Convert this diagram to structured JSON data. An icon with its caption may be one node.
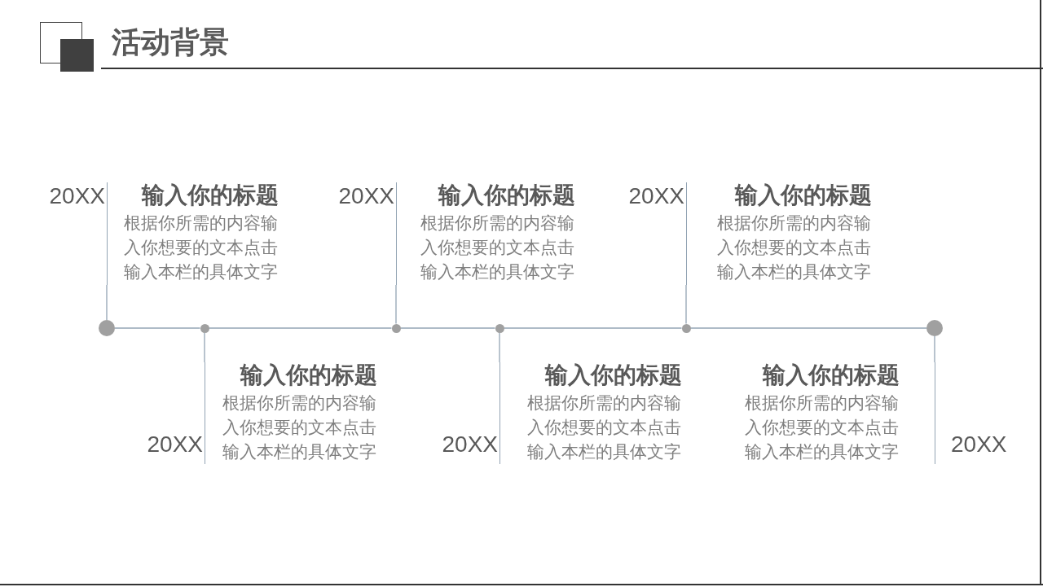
{
  "diagram": {
    "title": "活动背景",
    "nodes": [
      {
        "text": [
          "输入你的标题",
          "根据你所需的内容输入你想要的文本点击输入本栏的具体文字"
        ],
        "beside": [
          "20XX"
        ]
      },
      {
        "text": [
          "输入你的标题",
          "根据你所需的内容输入你想要的文本点击输入本栏的具体文字"
        ],
        "beside": [
          "20XX"
        ]
      },
      {
        "text": [
          "输入你的标题",
          "根据你所需的内容输入你想要的文本点击输入本栏的具体文字"
        ],
        "beside": [
          "20XX"
        ]
      },
      {
        "text": [
          "输入你的标题",
          "根据你所需的内容输入你想要的文本点击输入本栏的具体文字"
        ],
        "beside": [
          "20XX"
        ]
      },
      {
        "text": [
          "输入你的标题",
          "根据你所需的内容输入你想要的文本点击输入本栏的具体文字"
        ],
        "beside": [
          "20XX"
        ]
      },
      {
        "text": [
          "输入你的标题",
          "根据你所需的内容输入你想要的文本点击输入本栏的具体文字"
        ],
        "beside": [
          "20XX"
        ]
      },
      {
        "text": [],
        "shape": "circle"
      },
      {
        "text": [],
        "shape": "circle"
      },
      {
        "text": [],
        "shape": "circle"
      },
      {
        "text": [],
        "shape": "circle"
      },
      {
        "text": [],
        "shape": "circle"
      },
      {
        "text": [],
        "shape": "circle"
      }
    ],
    "edges": [
      {
        "from": 6,
        "to": 0,
        "arrow": "none"
      },
      {
        "from": 7,
        "to": 1,
        "arrow": "none"
      },
      {
        "from": 8,
        "to": 2,
        "arrow": "none"
      },
      {
        "from": 9,
        "to": 3,
        "arrow": "none"
      },
      {
        "from": 10,
        "to": 4,
        "arrow": "none"
      },
      {
        "from": 11,
        "to": 5,
        "arrow": "none"
      },
      {
        "from": 6,
        "to": 7,
        "arrow": "none"
      },
      {
        "from": 7,
        "to": 8,
        "arrow": "none"
      },
      {
        "from": 8,
        "to": 9,
        "arrow": "none"
      },
      {
        "from": 9,
        "to": 10,
        "arrow": "none"
      },
      {
        "from": 10,
        "to": 11,
        "arrow": "none"
      }
    ]
  }
}
